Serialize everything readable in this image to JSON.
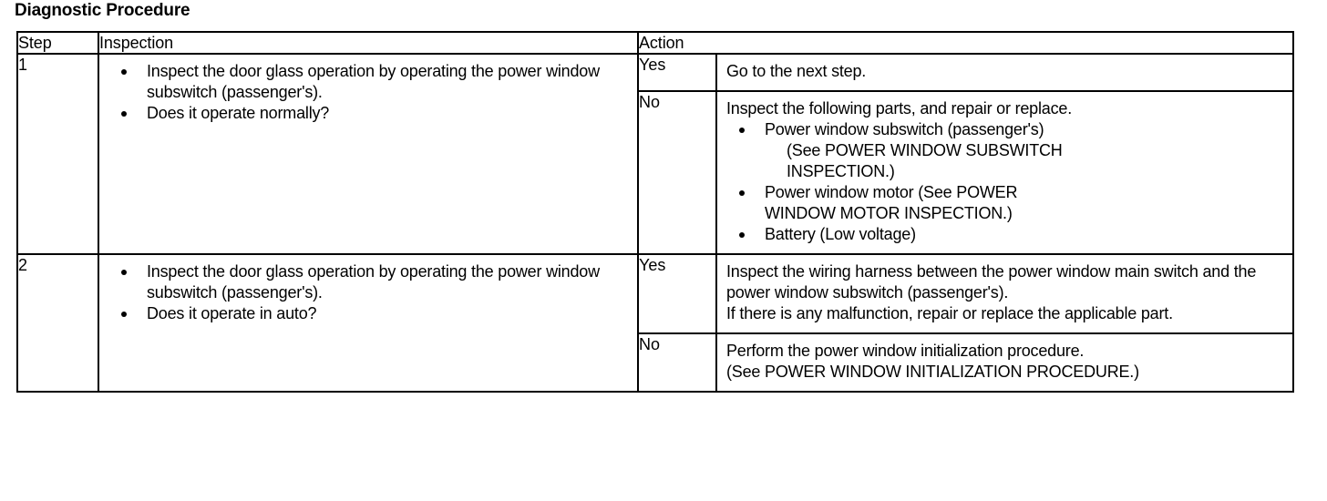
{
  "document": {
    "title": "Diagnostic Procedure"
  },
  "table": {
    "headers": {
      "step": "Step",
      "inspection": "Inspection",
      "action": "Action"
    },
    "rows": [
      {
        "step": "1",
        "inspection": {
          "bullets": [
            "Inspect the door glass operation by operating the power window subswitch (passenger's).",
            "Does it operate normally?"
          ]
        },
        "results": [
          {
            "label": "Yes",
            "action": {
              "lead": "Go to the next step.",
              "bullets": []
            }
          },
          {
            "label": "No",
            "action": {
              "lead": "Inspect the following parts, and repair or replace.",
              "bullets": [
                {
                  "text": "Power window subswitch (passenger's)",
                  "sub": [
                    "(See POWER WINDOW SUBSWITCH",
                    "INSPECTION.)"
                  ]
                },
                {
                  "text": "Power window motor (See POWER",
                  "sub": [
                    "WINDOW MOTOR INSPECTION.)"
                  ]
                },
                {
                  "text": "Battery (Low voltage)",
                  "sub": []
                }
              ]
            }
          }
        ]
      },
      {
        "step": "2",
        "inspection": {
          "bullets": [
            "Inspect the door glass operation by operating the power window subswitch (passenger's).",
            "Does it operate in auto?"
          ]
        },
        "results": [
          {
            "label": "Yes",
            "action": {
              "lines": [
                "Inspect the wiring harness between the power window main switch and the power window subswitch (passenger's).",
                "If there is any malfunction, repair or replace the applicable part."
              ]
            }
          },
          {
            "label": "No",
            "action": {
              "lines": [
                "Perform the power window initialization procedure.",
                "(See POWER WINDOW INITIALIZATION PROCEDURE.)"
              ]
            }
          }
        ]
      }
    ]
  },
  "colors": {
    "ink": "#000000",
    "paper": "#ffffff"
  }
}
